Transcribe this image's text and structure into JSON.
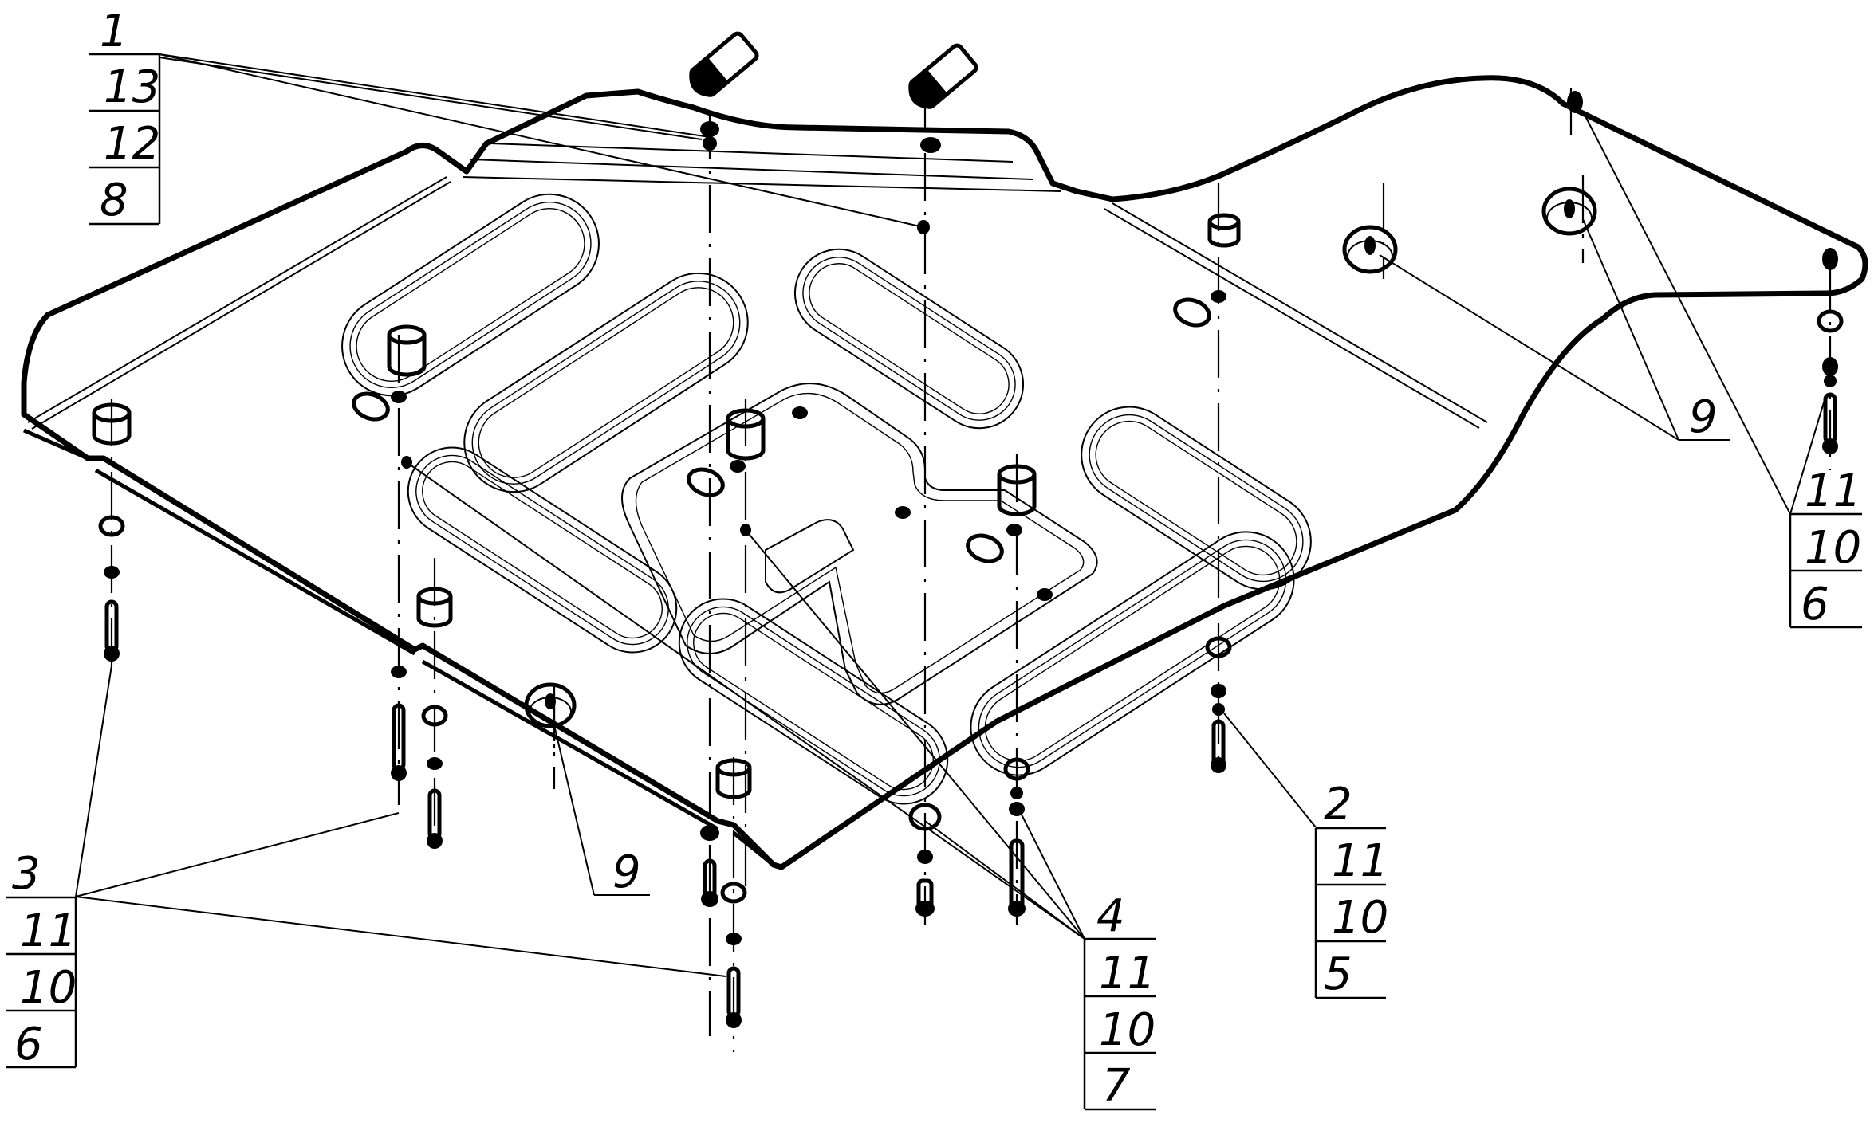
{
  "drawing": {
    "title": "Skid plate assembly — exploded view",
    "line_color": "#000000",
    "background": "#ffffff"
  },
  "callouts": [
    {
      "id": "callout-1",
      "head": "1",
      "rows": [
        "13",
        "12",
        "8"
      ]
    },
    {
      "id": "callout-3",
      "head": "3",
      "rows": [
        "11",
        "10",
        "6"
      ]
    },
    {
      "id": "callout-9a",
      "head": "9",
      "rows": []
    },
    {
      "id": "callout-4",
      "head": "4",
      "rows": [
        "11",
        "10",
        "7"
      ]
    },
    {
      "id": "callout-2",
      "head": "2",
      "rows": [
        "11",
        "10",
        "5"
      ]
    },
    {
      "id": "callout-9b",
      "head": "9",
      "rows": []
    },
    {
      "id": "callout-11",
      "head": "11",
      "rows": [
        "10",
        "6"
      ]
    }
  ],
  "parts": {
    "plate": "skid-plate",
    "bracket": "mounting-bracket",
    "spacer": "spacer-bushing",
    "washer": "washer",
    "bolt": "bolt",
    "grommet": "rubber-grommet",
    "nut": "nut"
  }
}
